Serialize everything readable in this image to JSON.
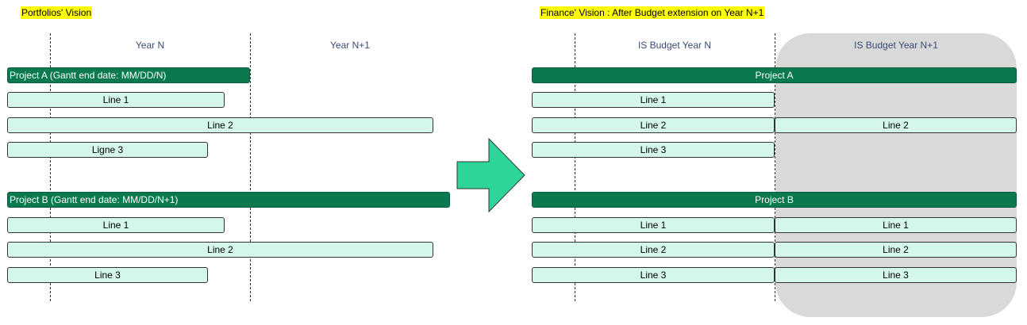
{
  "left": {
    "title": "Portfolios' Vision",
    "headers": [
      "Year N",
      "Year N+1"
    ],
    "project_a": {
      "label": "Project A (Gantt end date: MM/DD/N)",
      "lines": [
        "Line 1",
        "Line 2",
        "Ligne 3"
      ]
    },
    "project_b": {
      "label": "Project B (Gantt end date: MM/DD/N+1)",
      "lines": [
        "Line 1",
        "Line 2",
        "Line 3"
      ]
    }
  },
  "right": {
    "title": "Finance' Vision : After Budget extension on Year N+1",
    "headers": [
      "IS Budget Year N",
      "IS Budget Year N+1"
    ],
    "project_a": {
      "label": "Project A",
      "lines_year_n": [
        "Line 1",
        "Line 2",
        "Line 3"
      ],
      "lines_year_n1": [
        "Line 2"
      ]
    },
    "project_b": {
      "label": "Project B",
      "lines_year_n": [
        "Line 1",
        "Line 2",
        "Line 3"
      ],
      "lines_year_n1": [
        "Line 1",
        "Line 2",
        "Line 3"
      ]
    }
  },
  "colors": {
    "project_bar": "#0a7a4e",
    "line_bar": "#d4f7ea",
    "title_highlight": "#ffff00",
    "arrow": "#2ed598",
    "budget_extension_panel": "#d9d9d9"
  },
  "icons": {
    "transition": "right-arrow-icon"
  }
}
